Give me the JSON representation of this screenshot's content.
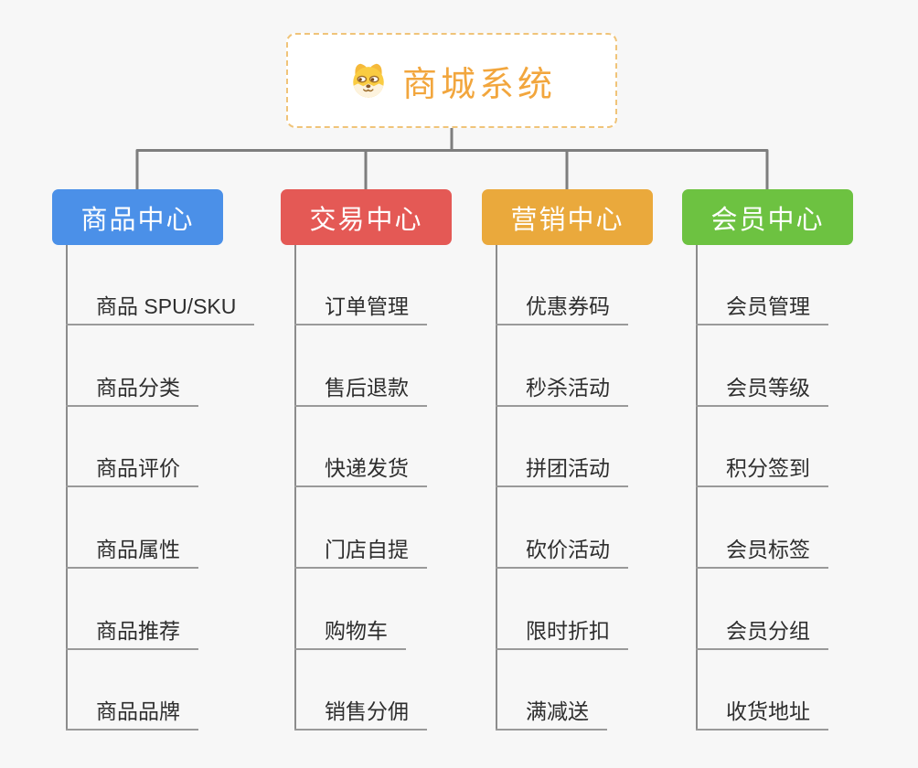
{
  "page": {
    "background": "#F7F7F7",
    "connector_color": "#7E7E7E"
  },
  "root": {
    "title": "商城系统",
    "title_color": "#F2A63D",
    "border_color": "#F0C479",
    "icon": "shiba-dog-icon"
  },
  "branches": [
    {
      "label": "商品中心",
      "color": "#4B90E8",
      "children": [
        "商品 SPU/SKU",
        "商品分类",
        "商品评价",
        "商品属性",
        "商品推荐",
        "商品品牌"
      ]
    },
    {
      "label": "交易中心",
      "color": "#E45955",
      "children": [
        "订单管理",
        "售后退款",
        "快递发货",
        "门店自提",
        "购物车",
        "销售分佣"
      ]
    },
    {
      "label": "营销中心",
      "color": "#EAA93C",
      "children": [
        "优惠券码",
        "秒杀活动",
        "拼团活动",
        "砍价活动",
        "限时折扣",
        "满减送"
      ]
    },
    {
      "label": "会员中心",
      "color": "#6DC241",
      "children": [
        "会员管理",
        "会员等级",
        "积分签到",
        "会员标签",
        "会员分组",
        "收货地址"
      ]
    }
  ]
}
